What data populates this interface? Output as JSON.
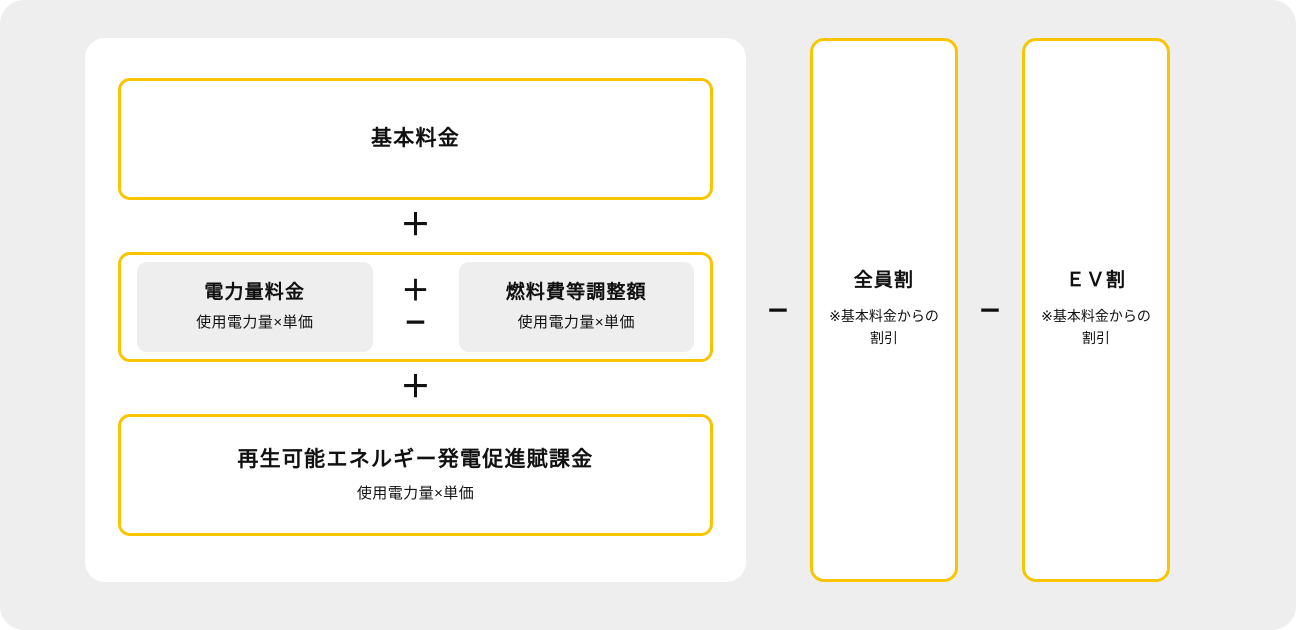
{
  "theme": {
    "page_background": "#eeeeee",
    "card_background": "#ffffff",
    "accent_border": "#f7c600",
    "subbox_background": "#eeeeee",
    "text_color": "#111111"
  },
  "formula": {
    "boxes": [
      {
        "id": "basic-charge",
        "title": "基本料金",
        "subtitle": ""
      },
      {
        "id": "energy-charge",
        "sub_boxes": [
          {
            "id": "electricity-usage-charge",
            "title": "電力量料金",
            "subtitle": "使用電力量×単価"
          },
          {
            "id": "fuel-cost-adjustment",
            "title": "燃料費等調整額",
            "subtitle": "使用電力量×単価"
          }
        ],
        "inner_operator": {
          "plus": "＋",
          "minus": "−"
        }
      },
      {
        "id": "renewable-energy-levy",
        "title": "再生可能エネルギー発電促進賦課金",
        "subtitle": "使用電力量×単価"
      }
    ],
    "operators": {
      "plus_1": "＋",
      "plus_2": "＋"
    }
  },
  "discounts": {
    "separator_minus_1": "−",
    "separator_minus_2": "−",
    "panels": [
      {
        "id": "zenin-wari",
        "title": "全員割",
        "subtitle": "※基本料金からの割引"
      },
      {
        "id": "ev-wari",
        "title": "ＥＶ割",
        "subtitle": "※基本料金からの割引"
      }
    ]
  }
}
